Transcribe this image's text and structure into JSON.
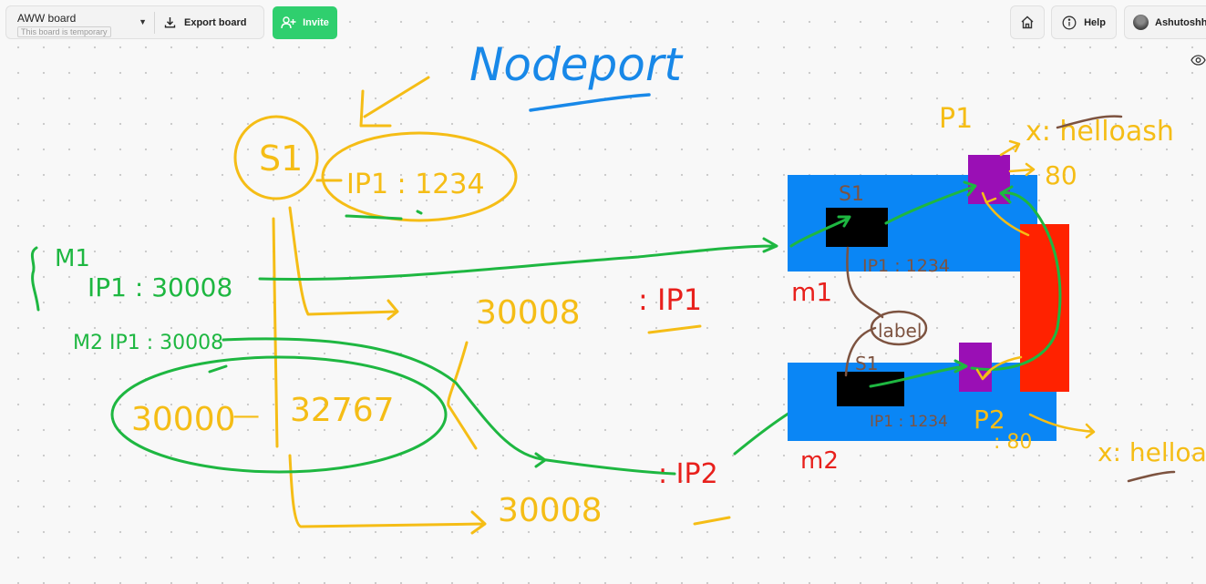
{
  "toolbar": {
    "board_name": "AWW board",
    "board_status": "This board is temporary",
    "export_label": "Export board",
    "invite_label": "Invite"
  },
  "topright": {
    "help_label": "Help",
    "user_name": "Ashutoshh S"
  },
  "icons": {
    "chevron": "chevron-down-icon",
    "download": "download-icon",
    "add_user": "add-user-icon",
    "home": "home-icon",
    "info": "info-icon",
    "eye": "eye-icon"
  },
  "canvas": {
    "title": "Nodeport",
    "service": "S1",
    "service_ip": "IP1 : 1234",
    "m1_label": "M1",
    "m1_ip": "IP1 : 30008",
    "m2_ip": "M2 IP1 : 30008",
    "range_start": "30000",
    "range_end": "32767",
    "range_dash": "—",
    "port_a": "30008",
    "ip_a": ": IP1",
    "port_b": "30008",
    "ip_b": ": IP2",
    "node1_name": "m1",
    "node2_name": "m2",
    "node1_service": "S1",
    "node1_service_ip": "IP1 : 1234",
    "node2_service": "S1",
    "node2_service_ip": "IP1 : 1234",
    "label_note": "label",
    "pod1": "P1",
    "pod1_label": "x: helloash",
    "pod1_port": "80",
    "pod2": "P2",
    "pod2_port": ": 80",
    "pod2_label": "x: helloash"
  },
  "colors": {
    "yellow": "#f5bd16",
    "green": "#1eb741",
    "blue": "#1888e8",
    "node_blue": "#0a86f5",
    "red": "#ff2200",
    "red_text": "#e8201c",
    "purple": "#9a0fb5",
    "brown": "#7d5340",
    "invite": "#2fcf6e"
  }
}
